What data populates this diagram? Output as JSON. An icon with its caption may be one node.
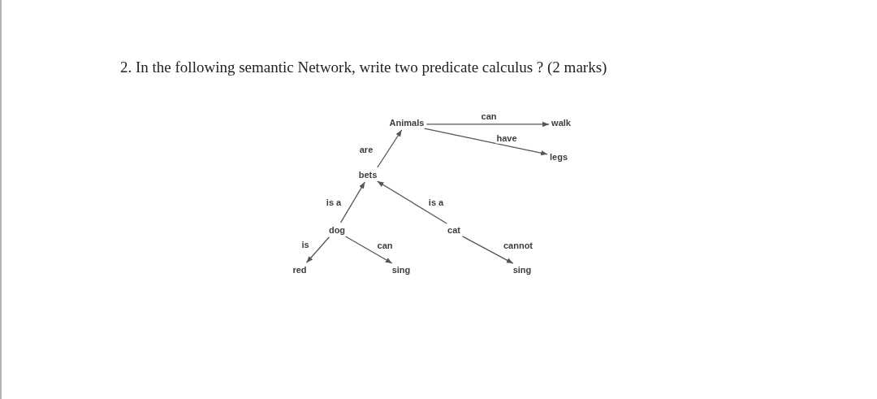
{
  "diagram": {
    "title": "2. In the following semantic Network, write two predicate calculus ? (2 marks)",
    "nodes": [
      {
        "text": [
          "Animals"
        ]
      },
      {
        "text": [
          "walk"
        ]
      },
      {
        "text": [
          "legs"
        ]
      },
      {
        "text": [
          "bets"
        ]
      },
      {
        "text": [
          "dog"
        ]
      },
      {
        "text": [
          "cat"
        ]
      },
      {
        "text": [
          "red"
        ]
      },
      {
        "text": [
          "sing"
        ]
      },
      {
        "text": [
          "sing"
        ]
      }
    ],
    "edges": [
      {
        "from": 0,
        "to": 1,
        "arrow": "to",
        "label": "can"
      },
      {
        "from": 0,
        "to": 2,
        "arrow": "to",
        "label": "have"
      },
      {
        "from": 3,
        "to": 0,
        "arrow": "to",
        "label": "are"
      },
      {
        "from": 4,
        "to": 3,
        "arrow": "to",
        "label": "is a"
      },
      {
        "from": 5,
        "to": 3,
        "arrow": "to",
        "label": "is a"
      },
      {
        "from": 4,
        "to": 6,
        "arrow": "to",
        "label": "is"
      },
      {
        "from": 4,
        "to": 7,
        "arrow": "to",
        "label": "can"
      },
      {
        "from": 5,
        "to": 8,
        "arrow": "to",
        "label": "cannot"
      }
    ]
  }
}
